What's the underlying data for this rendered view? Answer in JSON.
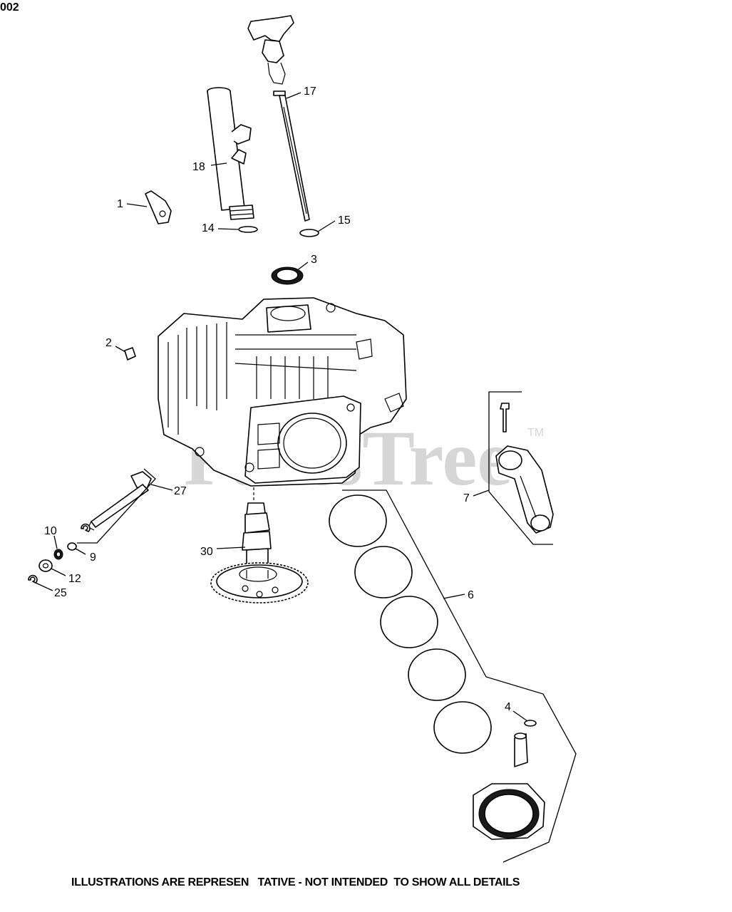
{
  "diagram_id_fragment": "002",
  "footer_note": "ILLUSTRATIONS ARE REPRESEN   TATIVE - NOT INTENDED  TO SHOW ALL DETAILS",
  "watermark": {
    "text": "PartsTree",
    "trademark": "TM"
  },
  "callouts": {
    "c1": "1",
    "c2": "2",
    "c3": "3",
    "c4": "4",
    "c6": "6",
    "c7": "7",
    "c9": "9",
    "c10": "10",
    "c12": "12",
    "c14": "14",
    "c15": "15",
    "c17": "17",
    "c18": "18",
    "c25": "25",
    "c27": "27",
    "c30": "30"
  }
}
